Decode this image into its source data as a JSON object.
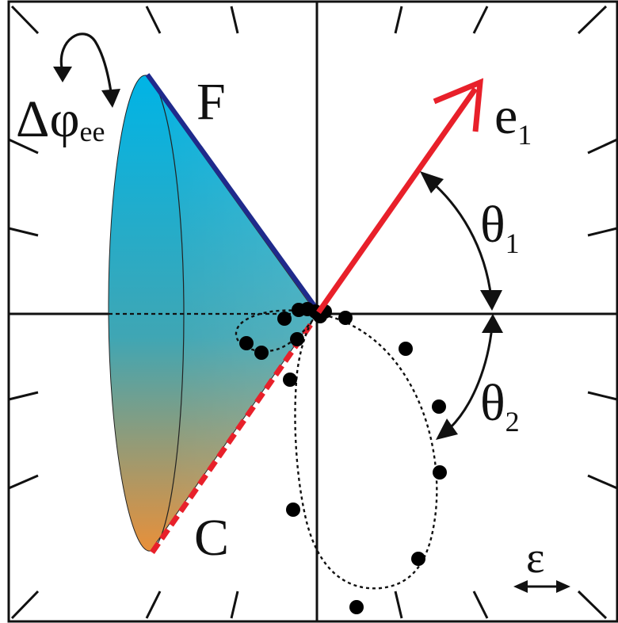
{
  "figure": {
    "labels": {
      "F": "F",
      "C": "C",
      "e": "e",
      "e_sub": "1",
      "theta1": "θ",
      "theta1_sub": "1",
      "theta2": "θ",
      "theta2_sub": "2",
      "dphi": "Δφ",
      "dphi_sub": "ee",
      "epsilon": "ε"
    },
    "colors": {
      "frame": "#111111",
      "arrow_e1": "#e8202a",
      "cone_top": "#00b4e6",
      "cone_bottom": "#e8903a",
      "edge_F": "#1f2a8c",
      "edge_C": "#e8202a",
      "dots": "#000000"
    }
  }
}
